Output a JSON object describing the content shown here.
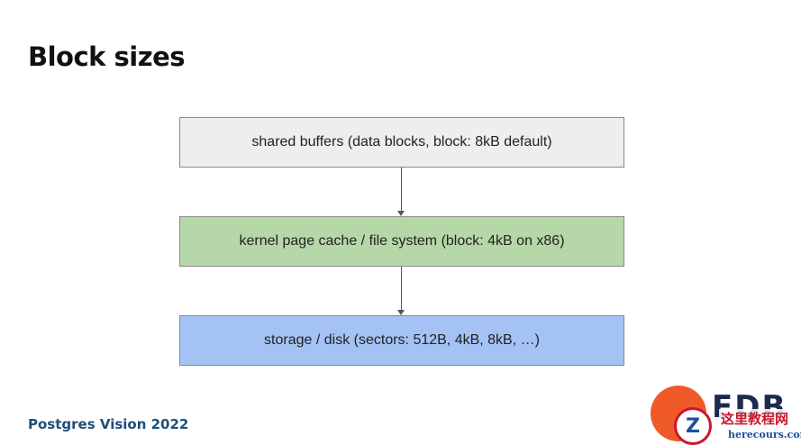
{
  "slide": {
    "title": "Block sizes",
    "footer": "Postgres Vision 2022"
  },
  "diagram": {
    "boxes": [
      {
        "label": "shared buffers (data blocks, block: 8kB default)",
        "fill": "#eeeeee"
      },
      {
        "label": "kernel page cache / file system (block: 4kB on x86)",
        "fill": "#b6d7a8"
      },
      {
        "label": "storage / disk (sectors: 512B, 4kB, 8kB, …)",
        "fill": "#a4c2f4"
      }
    ]
  },
  "branding": {
    "logo_text": "EDB",
    "logo_color": "#f05a28",
    "watermark_glyph": "Z",
    "watermark_cn": "这里教程网",
    "watermark_url": "herecours.com"
  }
}
